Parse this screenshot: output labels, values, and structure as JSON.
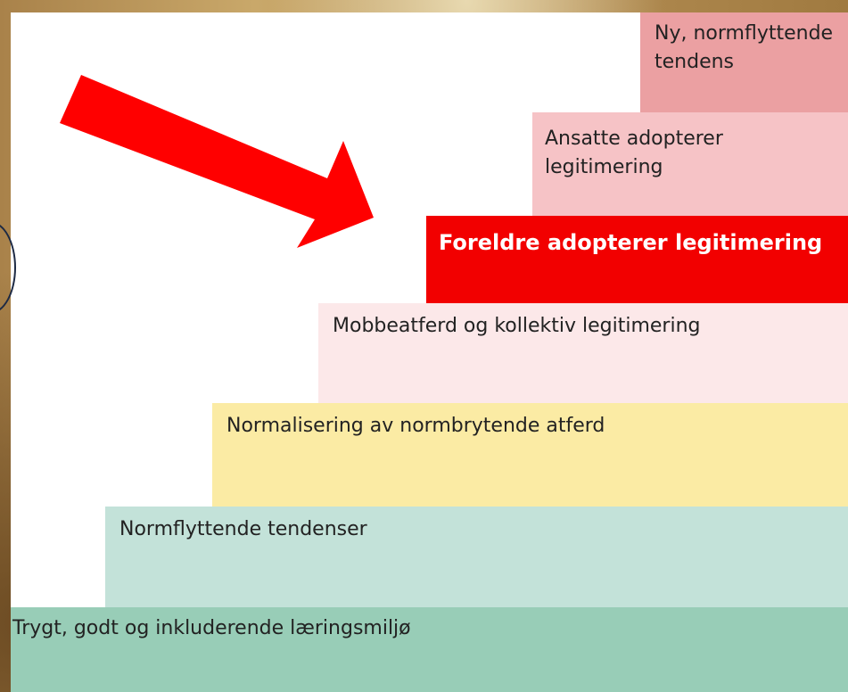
{
  "steps": [
    {
      "id": "s1",
      "label": "Trygt, godt og inkluderende læringsmiljø",
      "color": "#98cdb7"
    },
    {
      "id": "s2",
      "label": "Normflyttende tendenser",
      "color": "#c3e2d9"
    },
    {
      "id": "s3",
      "label": "Normalisering av normbrytende atferd",
      "color": "#fbeba4"
    },
    {
      "id": "s4",
      "label": "Mobbeatferd og kollektiv legitimering",
      "color": "#fce8e9"
    },
    {
      "id": "s5",
      "label": "Foreldre adopterer legitimering",
      "color": "#f20000"
    },
    {
      "id": "s6",
      "label_line1": "Ansatte adopterer",
      "label_line2": "legitimering",
      "color": "#f6c3c6"
    },
    {
      "id": "s7",
      "label_line1": "Ny, normflyttende",
      "label_line2": "tendens",
      "color": "#eba0a2"
    }
  ],
  "arrow": {
    "icon": "arrow-down-right-icon",
    "color": "#ff0000",
    "points_to": "Foreldre adopterer legitimering"
  }
}
